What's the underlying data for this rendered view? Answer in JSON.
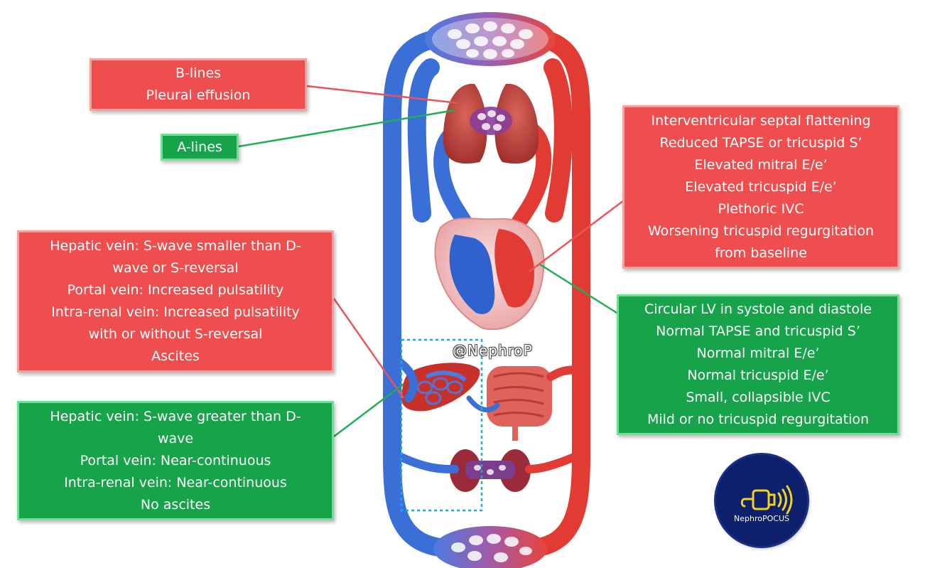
{
  "boxes": {
    "lung_congestion": [
      "B-lines",
      "Pleural effusion"
    ],
    "lung_normal": [
      "A-lines"
    ],
    "cardiac_congestion": [
      "Interventricular septal flattening",
      "Reduced TAPSE or tricuspid S’",
      "Elevated mitral E/e’",
      "Elevated tricuspid E/e’",
      "Plethoric IVC",
      "Worsening tricuspid regurgitation",
      "from baseline"
    ],
    "cardiac_normal": [
      "Circular LV in systole and diastole",
      "Normal TAPSE and tricuspid S’",
      "Normal mitral E/e’",
      "Normal tricuspid E/e’",
      "Small, collapsible IVC",
      "Mild or no tricuspid regurgitation"
    ],
    "venous_congestion": [
      "Hepatic vein: S-wave smaller than D-",
      "wave or S-reversal",
      "Portal vein: Increased pulsatility",
      "Intra-renal vein: Increased pulsatility",
      "with or without S-reversal",
      "Ascites"
    ],
    "venous_normal": [
      "Hepatic vein: S-wave greater than D-",
      "wave",
      "Portal vein: Near-continuous",
      "Intra-renal vein: Near-continuous",
      "No ascites"
    ]
  },
  "watermark": "@NephroP",
  "logo": {
    "text": "NephroPOCUS",
    "icon": "ultrasound-probe-icon"
  },
  "colors": {
    "congestion_red": "#f04e4e",
    "normal_green": "#16a34a",
    "vein_blue": "#3a6fd8",
    "artery_red": "#e23b33",
    "logo_navy": "#0e1f6b"
  }
}
